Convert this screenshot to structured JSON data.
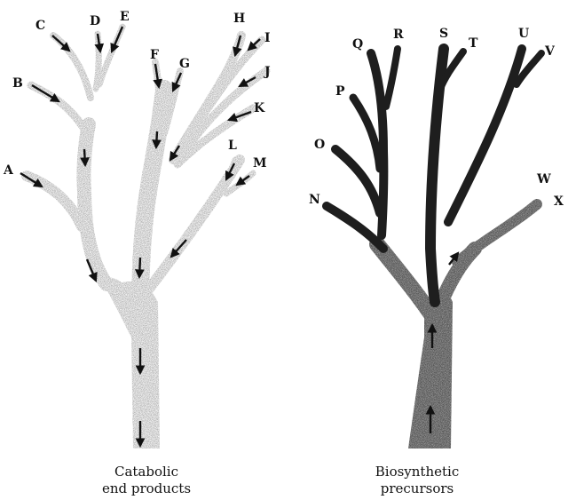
{
  "left_tree": {
    "branch_labels": [
      "A",
      "B",
      "C",
      "D",
      "E",
      "F",
      "G",
      "H",
      "I",
      "J",
      "K",
      "L",
      "M"
    ],
    "caption_line1": "Catabolic",
    "caption_line2": "end products"
  },
  "right_tree": {
    "branch_labels": [
      "N",
      "O",
      "P",
      "Q",
      "R",
      "S",
      "T",
      "U",
      "V",
      "W",
      "X"
    ],
    "caption_line1": "Biosynthetic",
    "caption_line2": "precursors"
  },
  "colors": {
    "left_stipple": "#9a9a9a",
    "right_stipple": "#555555",
    "right_dark_branches": "#1e1e1e",
    "arrow": "#111111"
  }
}
